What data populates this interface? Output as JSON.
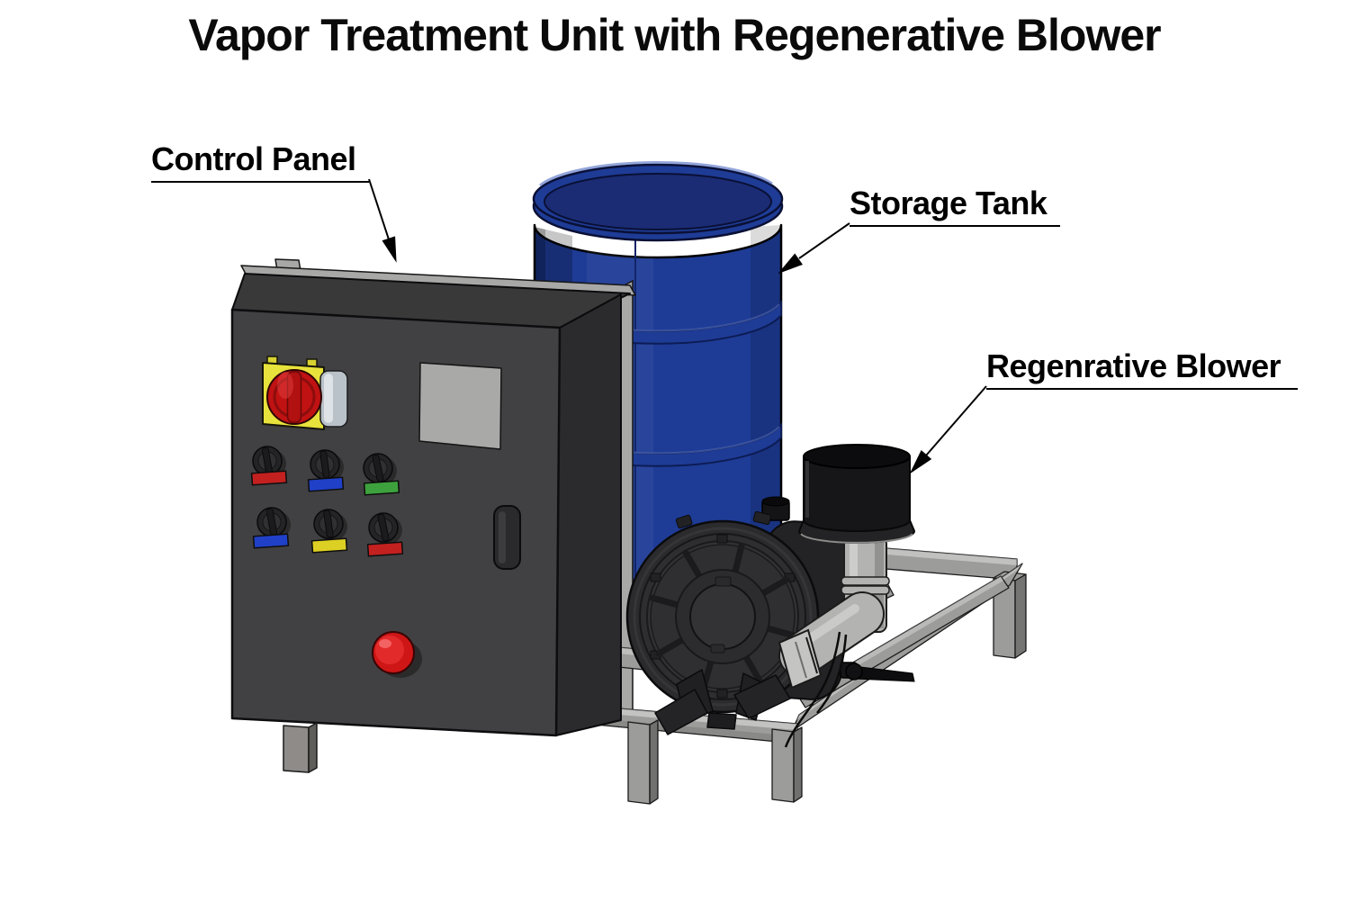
{
  "title": "Vapor Treatment Unit with Regenerative Blower",
  "labels": {
    "control_panel": "Control Panel",
    "storage_tank": "Storage Tank",
    "regenerative_blower": "Regenrative Blower"
  },
  "knob_tag_colors": [
    "red",
    "blue",
    "green",
    "blue",
    "yellow",
    "red"
  ],
  "colors": {
    "background": "#ffffff",
    "line": "#000000",
    "tank_blue": "#1e3c96",
    "tank_top_blue": "#1b2c74",
    "panel_gray": "#414143",
    "panel_rim_gray": "#a8a8a6",
    "frame_gray": "#9c9c9a",
    "blower_dark": "#2b2b2d",
    "filter_black": "#161618",
    "pipe_gray": "#b3b3b1",
    "estop_red": "#cf1616",
    "switch_plate_yellow": "#e8e23c",
    "switch_knob_red": "#c01212",
    "knob_black": "#242426",
    "tag1": "#c32020",
    "tag2": "#2040c8",
    "tag3": "#3da23d",
    "tag4": "#2040c8",
    "tag5": "#ddd024",
    "tag6": "#c32020"
  }
}
